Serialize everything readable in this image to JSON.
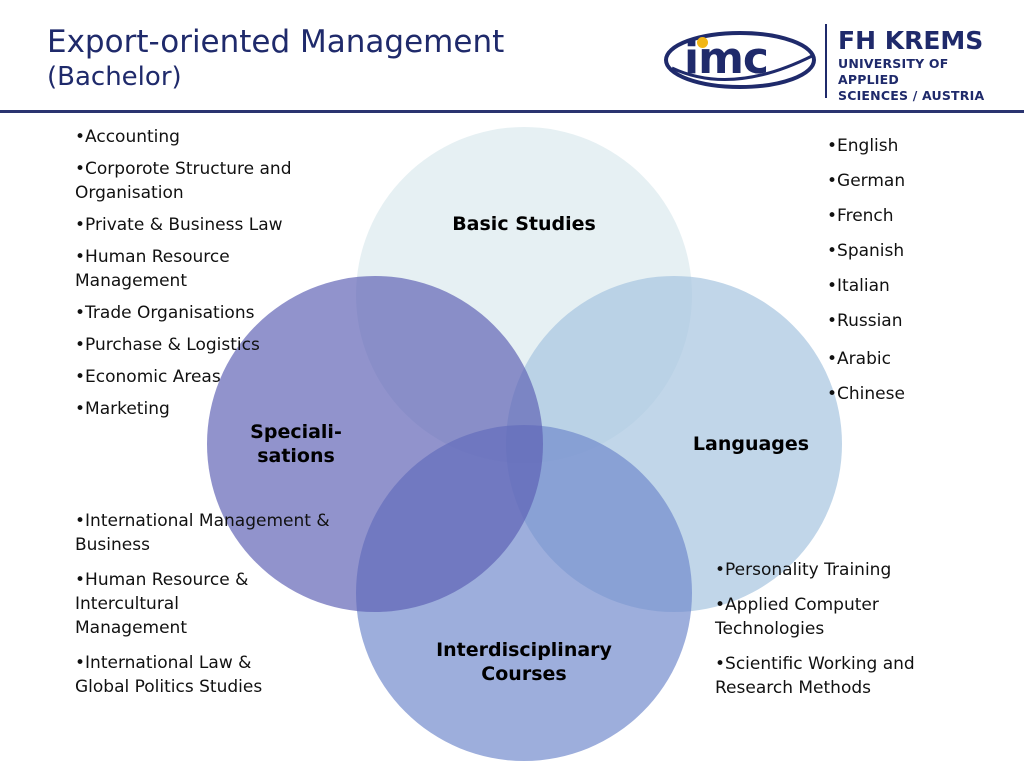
{
  "header": {
    "title": "Export-oriented Management",
    "subtitle": "(Bachelor)"
  },
  "logo": {
    "imc_text": "imc",
    "fh_name": "FH KREMS",
    "line1": "UNIVERSITY OF APPLIED",
    "line2": "SCIENCES / AUSTRIA"
  },
  "circles": {
    "basic": "Basic Studies",
    "special_line1": "Speciali-",
    "special_line2": "sations",
    "languages": "Languages",
    "inter_line1": "Interdisciplinary",
    "inter_line2": "Courses"
  },
  "lists": {
    "basic_studies": [
      "Accounting",
      "Corporote Structure and Organisation",
      "Private & Business Law",
      "Human Resource Management",
      "Trade Organisations",
      "Purchase & Logistics",
      "Economic Areas",
      "Marketing"
    ],
    "languages": [
      "English",
      "German",
      "French",
      "Spanish",
      "Italian",
      "Russian",
      "Arabic",
      "Chinese"
    ],
    "specialisations": [
      "International Management & Business",
      "Human Resource & Intercultural Management",
      "International Law & Global Politics Studies"
    ],
    "interdisciplinary": [
      "Personality Training",
      "Applied Computer Technologies",
      "Scientific Working and Research Methods"
    ]
  },
  "colors": {
    "navy": "#1f2a6b",
    "basic_circle": "#e3eef1",
    "special_circle": "#7c7fc4",
    "languages_circle": "#a9c6e0",
    "inter_circle": "#7f96d2",
    "logo_accent": "#f2b616"
  }
}
